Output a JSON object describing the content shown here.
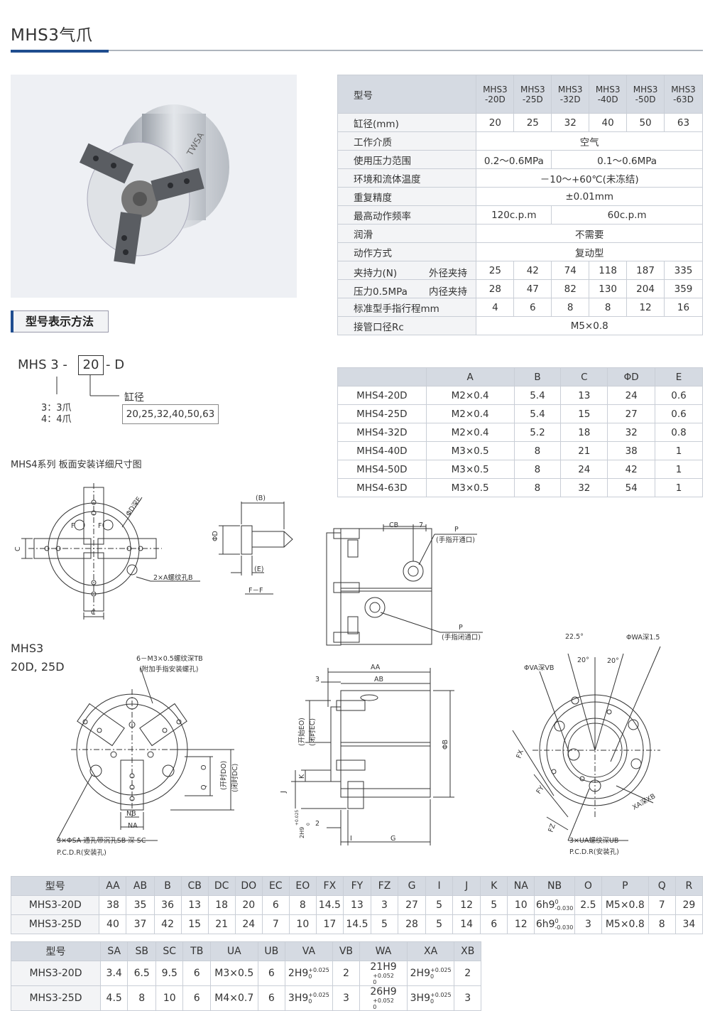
{
  "title": "MHS3气爪",
  "spec1": {
    "header_label": "型号",
    "models": [
      "MHS3\n-20D",
      "MHS3\n-25D",
      "MHS3\n-32D",
      "MHS3\n-40D",
      "MHS3\n-50D",
      "MHS3\n-63D"
    ],
    "bore_label": "缸径(mm)",
    "bores": [
      "20",
      "25",
      "32",
      "40",
      "50",
      "63"
    ],
    "medium_label": "工作介质",
    "medium": "空气",
    "pressure_label": "使用压力范围",
    "pressure_a": "0.2～0.6MPa",
    "pressure_b": "0.1～0.6MPa",
    "temp_label": "环境和流体温度",
    "temp": "－10～+60℃(未冻结)",
    "repeat_label": "重复精度",
    "repeat": "±0.01mm",
    "freq_label": "最高动作频率",
    "freq_a": "120c.p.m",
    "freq_b": "60c.p.m",
    "lube_label": "润滑",
    "lube": "不需要",
    "action_label": "动作方式",
    "action": "复动型",
    "force_label_1": "夹持力(N)",
    "force_label_2": "压力0.5MPa",
    "outer_label": "外径夹持",
    "outer": [
      "25",
      "42",
      "74",
      "118",
      "187",
      "335"
    ],
    "inner_label": "内径夹持",
    "inner": [
      "28",
      "47",
      "82",
      "130",
      "204",
      "359"
    ],
    "stroke_label": "标准型手指行程mm",
    "stroke": [
      "4",
      "6",
      "8",
      "8",
      "12",
      "16"
    ],
    "port_label": "接管口径Rc",
    "port": "M5×0.8"
  },
  "spec2": {
    "headers": [
      "",
      "A",
      "B",
      "C",
      "ΦD",
      "E"
    ],
    "rows": [
      [
        "MHS4-20D",
        "M2×0.4",
        "5.4",
        "13",
        "24",
        "0.6"
      ],
      [
        "MHS4-25D",
        "M2×0.4",
        "5.4",
        "15",
        "27",
        "0.6"
      ],
      [
        "MHS4-32D",
        "M2×0.4",
        "5.2",
        "18",
        "32",
        "0.8"
      ],
      [
        "MHS4-40D",
        "M3×0.5",
        "8",
        "21",
        "38",
        "1"
      ],
      [
        "MHS4-50D",
        "M3×0.5",
        "8",
        "24",
        "42",
        "1"
      ],
      [
        "MHS4-63D",
        "M3×0.5",
        "8",
        "32",
        "54",
        "1"
      ]
    ]
  },
  "method": {
    "heading": "型号表示方法",
    "code_prefix": "MHS 3 -",
    "code_box": "20",
    "code_suffix": "- D",
    "jaw_1": "3：3爪",
    "jaw_2": "4：4爪",
    "bore_caption": "缸径",
    "bore_options": "20,25,32,40,50,63"
  },
  "mhs4_caption": "MHS4系列  板面安装详细尺寸图",
  "mhs3_caption_1": "MHS3",
  "mhs3_caption_2": "20D, 25D",
  "drawing_labels": {
    "phi_d_deep_e": "ΦD深E",
    "c": "C",
    "f": "F",
    "thread_b": "2×A螺纹孔B",
    "b_paren": "(B)",
    "phi_d": "ΦD",
    "e_paren": "(E)",
    "ff": "F－F",
    "cb": "CB",
    "seven": "7",
    "p": "P",
    "p_open": "(手指开通口)",
    "p_close": "(手指闭通口)",
    "tb": "6－M3×0.5螺纹深TB",
    "tb_note": "(附加手指安装螺孔)",
    "o": "O",
    "q": "Q",
    "do": "(开时DO)",
    "dc": "(闭时DC)",
    "nb": "NB",
    "na": "NA",
    "sa": "3×ΦSA 通孔带沉孔SB 深 SC",
    "pcd": "P.C.D.R(安装孔)",
    "aa": "AA",
    "ab": "AB",
    "three": "3",
    "eo": "(开始EO)",
    "ec": "(闭时EC)",
    "phi_b": "ΦB",
    "j": "J",
    "k": "K",
    "two_h9": "2H9",
    "tol_up": "+0.025",
    "tol_low": "0",
    "two": "2",
    "i": "I",
    "g": "G",
    "angle": "22.5°",
    "phi_wa": "ΦWA深1.5",
    "phi_va": "ΦVA深VB",
    "twenty_1": "20°",
    "twenty_2": "20°",
    "fx": "FX",
    "fy": "FY",
    "fz": "FZ",
    "xa": "XA深XB",
    "ua": "3×UA螺纹深UB"
  },
  "dim1": {
    "headers": [
      "型号",
      "AA",
      "AB",
      "B",
      "CB",
      "DC",
      "DO",
      "EC",
      "EO",
      "FX",
      "FY",
      "FZ",
      "G",
      "I",
      "J",
      "K",
      "NA",
      "NB",
      "O",
      "P",
      "Q",
      "R"
    ],
    "rows": [
      [
        "MHS3-20D",
        "38",
        "35",
        "36",
        "13",
        "18",
        "20",
        "6",
        "8",
        "14.5",
        "13",
        "3",
        "27",
        "5",
        "12",
        "5",
        "10",
        "6h9",
        "2.5",
        "M5×0.8",
        "7",
        "29"
      ],
      [
        "MHS3-25D",
        "40",
        "37",
        "42",
        "15",
        "21",
        "24",
        "7",
        "10",
        "17",
        "14.5",
        "5",
        "28",
        "5",
        "14",
        "6",
        "12",
        "6h9",
        "3",
        "M5×0.8",
        "8",
        "34"
      ]
    ],
    "nb_tol_up": "0",
    "nb_tol_low": "-0.030"
  },
  "dim2": {
    "headers": [
      "型号",
      "SA",
      "SB",
      "SC",
      "TB",
      "UA",
      "UB",
      "VA",
      "VB",
      "WA",
      "XA",
      "XB"
    ],
    "rows": [
      [
        "MHS3-20D",
        "3.4",
        "6.5",
        "9.5",
        "6",
        "M3×0.5",
        "6",
        "2H9",
        "2",
        "21H9",
        "2H9",
        "2"
      ],
      [
        "MHS3-25D",
        "4.5",
        "8",
        "10",
        "6",
        "M4×0.7",
        "6",
        "3H9",
        "3",
        "26H9",
        "3H9",
        "3"
      ]
    ],
    "tol_025_up": "+0.025",
    "tol_052_up": "+0.052",
    "tol_low": "0"
  }
}
